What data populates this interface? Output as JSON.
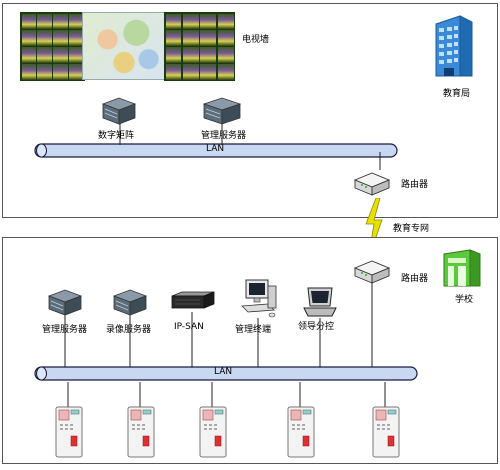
{
  "top": {
    "tv_wall_label": "电视墙",
    "edu_bureau_label": "教育局",
    "digital_matrix_label": "数字矩阵",
    "mgmt_server_label": "管理服务器",
    "lan_label": "LAN",
    "router_label": "路由器"
  },
  "link": {
    "edu_line_label": "教育专网"
  },
  "bottom": {
    "router_label": "路由器",
    "school_label": "学校",
    "mgmt_server_label": "管理服务器",
    "rec_server_label": "录像服务器",
    "ipsan_label": "IP-SAN",
    "mgmt_terminal_label": "管理终端",
    "leader_label": "领导分控",
    "lan_label": "LAN"
  },
  "colors": {
    "lan_fill": "#c8d8f0",
    "lan_stroke": "#1a1a40",
    "lightning": "#e8e000",
    "building": "#3a8ad8",
    "school": "#5cc83c"
  }
}
